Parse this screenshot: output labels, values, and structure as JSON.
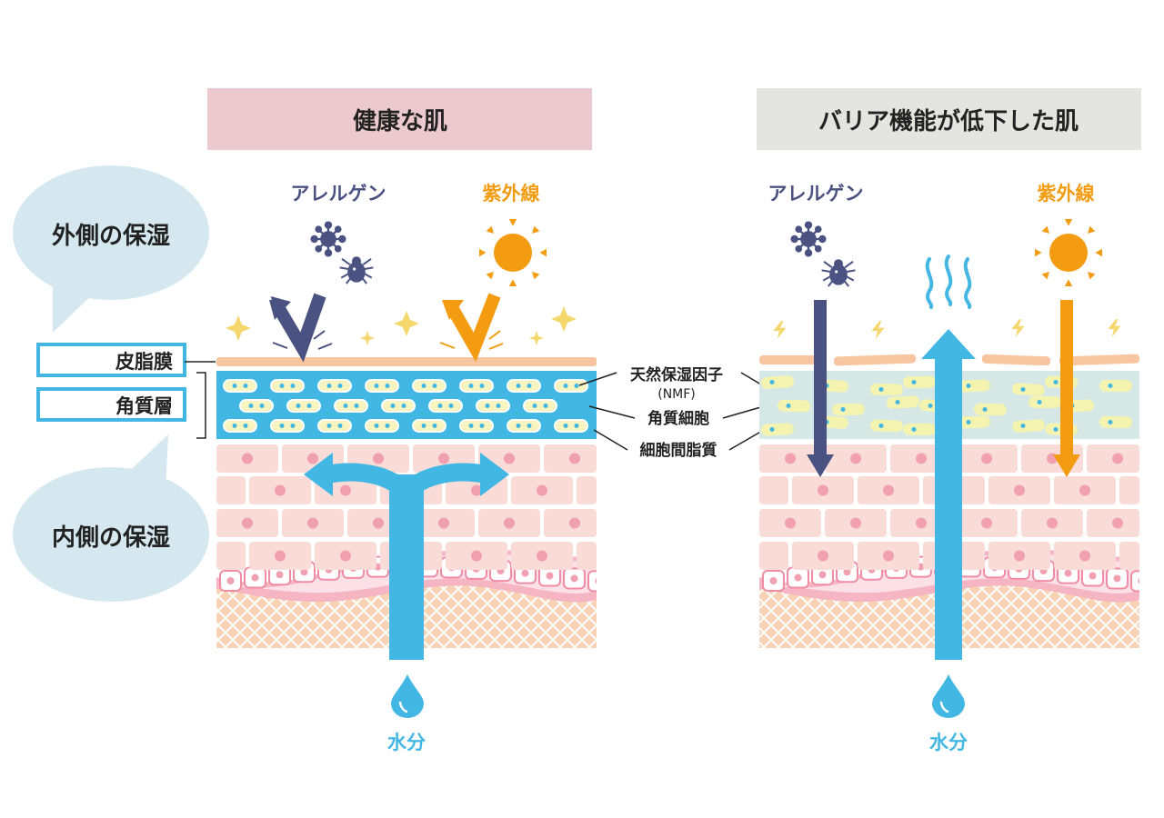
{
  "panels": {
    "healthy": {
      "title": "健康な肌"
    },
    "damaged": {
      "title": "バリア機能が低下した肌"
    }
  },
  "side_labels": {
    "outer": "外側の保湿",
    "inner": "内側の保湿",
    "sebum": "皮脂膜",
    "stratum": "角質層"
  },
  "threats": {
    "allergen": "アレルゲン",
    "uv": "紫外線"
  },
  "callouts": {
    "nmf_line1": "天然保湿因子",
    "nmf_line2": "(NMF)",
    "corneocyte": "角質細胞",
    "lipid": "細胞間脂質"
  },
  "water": "水分",
  "colors": {
    "healthy_header": "#ecc9ce",
    "damaged_header": "#e4e5e1",
    "bubble": "#d5e8ef",
    "navy": "#4a5282",
    "orange": "#f39c12",
    "sky": "#43b7e3",
    "sebum": "#f7c5a0",
    "skin_cell": "#f9dcd7",
    "nucleus": "#f0a0b0",
    "fat": "#f8d2b2"
  }
}
